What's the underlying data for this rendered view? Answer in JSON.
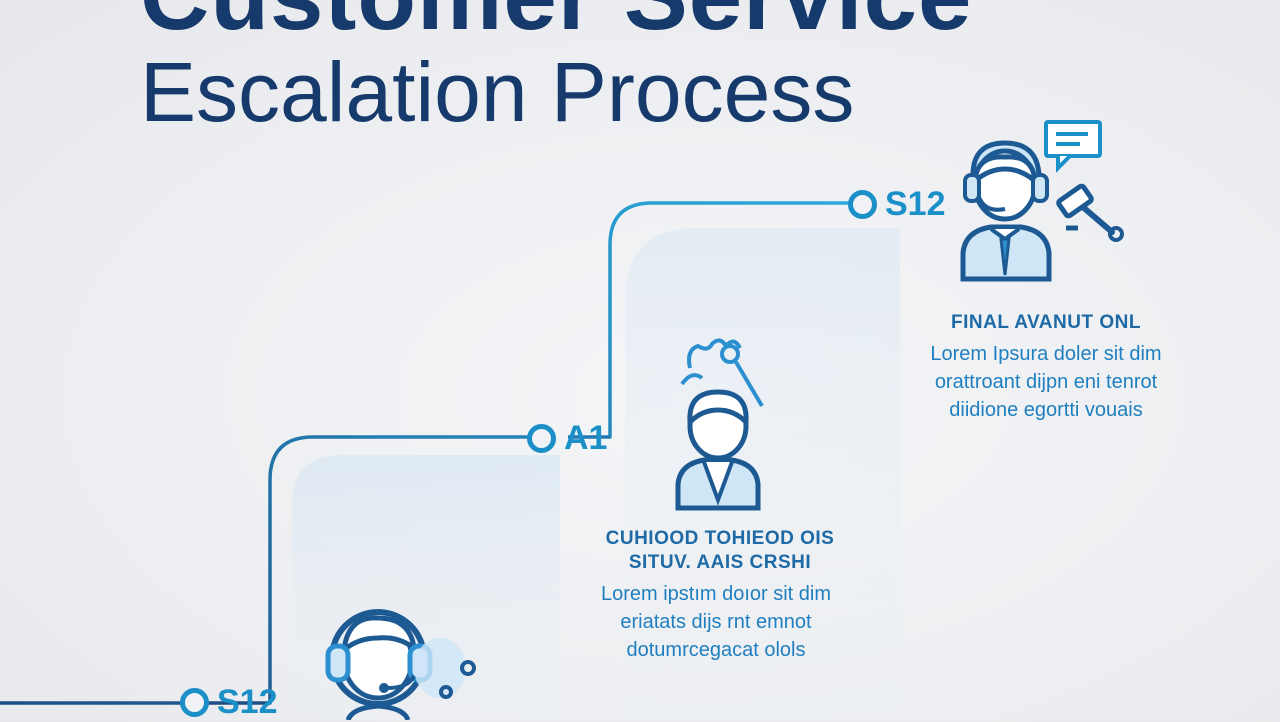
{
  "title": {
    "line1": "Customer Service",
    "line2": "Escalation Process"
  },
  "steps": [
    {
      "label": "S12",
      "heading_lines": [],
      "body_lines": []
    },
    {
      "label": "A1",
      "heading_lines": [
        "CUHIOOD TOHIEOD OIS",
        "SITUV. AAIS CRSHI"
      ],
      "body_lines": [
        "Lorem ipstım doıor sit dim",
        "eriatats dijs rnt emnot",
        "dotumrcegacat olols"
      ]
    },
    {
      "label": "S12",
      "heading_lines": [
        "FINAL AVANUT ONL"
      ],
      "body_lines": [
        "Lorem Ipsura doler sit dim",
        "orattroant dijpn eni tenrot",
        "diidione egortti vouais"
      ]
    }
  ],
  "icons": [
    "headset-agent-icon",
    "supervisor-icon",
    "manager-icon",
    "chat-bubble-icon",
    "gavel-icon"
  ],
  "colors": {
    "title": "#163a6b",
    "accent": "#1b8fc7",
    "heading": "#1e6aa6",
    "icon_dark": "#1d5a93",
    "icon_fill": "#cfe6f7"
  }
}
